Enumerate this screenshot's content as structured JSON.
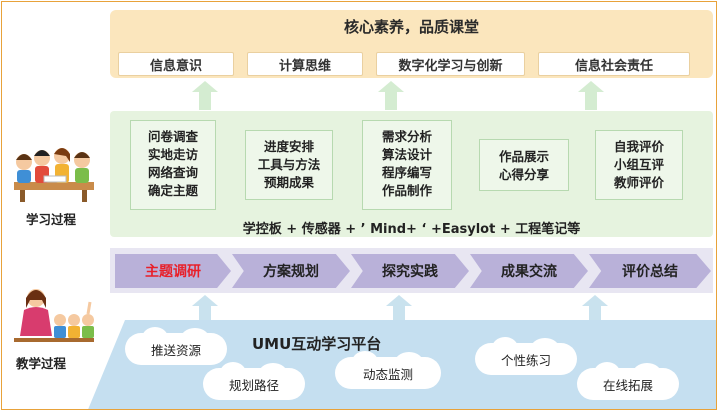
{
  "core": {
    "title": "核心素养，品质课堂",
    "competencies": [
      "信息意识",
      "计算思维",
      "数字化学习与创新",
      "信息社会责任"
    ]
  },
  "learning": {
    "label": "学习过程",
    "boxes": [
      [
        "问卷调查",
        "实地走访",
        "网络查询",
        "确定主题"
      ],
      [
        "进度安排",
        "工具与方法",
        "预期成果"
      ],
      [
        "需求分析",
        "算法设计",
        "程序编写",
        "作品制作"
      ],
      [
        "作品展示",
        "心得分享"
      ],
      [
        "自我评价",
        "小组互评",
        "教师评价"
      ]
    ],
    "tools": "学控板 + 传感器 + ’ Mind+ ‘ +Easylot + 工程笔记等"
  },
  "stages": [
    "主题调研",
    "方案规划",
    "探究实践",
    "成果交流",
    "评价总结"
  ],
  "teaching": {
    "label": "教学过程",
    "platform_title": "UMU互动学习平台",
    "features": [
      "推送资源",
      "规划路径",
      "动态监测",
      "个性练习",
      "在线拓展"
    ]
  },
  "colors": {
    "active_stage": "#e8202a",
    "stage_fill": "#b9b1d9",
    "learning_panel": "#e6f3df",
    "core_panel": "#fbe6bd",
    "platform": "#c5dff0",
    "border": "#e8a23a"
  }
}
